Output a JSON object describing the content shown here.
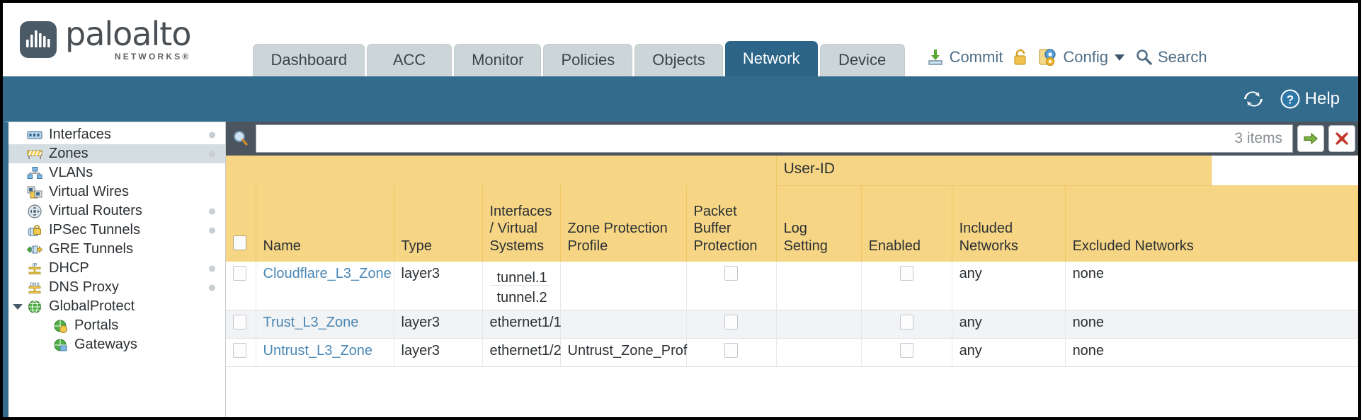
{
  "brand": {
    "name": "paloalto",
    "sub": "NETWORKS®"
  },
  "nav": {
    "tabs": [
      {
        "label": "Dashboard",
        "active": false
      },
      {
        "label": "ACC",
        "active": false
      },
      {
        "label": "Monitor",
        "active": false
      },
      {
        "label": "Policies",
        "active": false
      },
      {
        "label": "Objects",
        "active": false
      },
      {
        "label": "Network",
        "active": true
      },
      {
        "label": "Device",
        "active": false
      }
    ],
    "actions": [
      {
        "label": "Commit",
        "icon": "commit-icon"
      },
      {
        "label": "",
        "icon": "lock-icon"
      },
      {
        "label": "Config",
        "icon": "config-icon",
        "caret": true
      },
      {
        "label": "Search",
        "icon": "search-icon"
      }
    ]
  },
  "toolbar": {
    "refresh_icon": "refresh-icon",
    "help_label": "Help",
    "help_icon": "help-icon"
  },
  "sidebar": {
    "items": [
      {
        "label": "Interfaces",
        "icon": "interfaces-icon",
        "selected": false,
        "dot": true,
        "child": false
      },
      {
        "label": "Zones",
        "icon": "zones-icon",
        "selected": true,
        "dot": true,
        "child": false
      },
      {
        "label": "VLANs",
        "icon": "vlans-icon",
        "selected": false,
        "dot": false,
        "child": false
      },
      {
        "label": "Virtual Wires",
        "icon": "virtual-wires-icon",
        "selected": false,
        "dot": false,
        "child": false
      },
      {
        "label": "Virtual Routers",
        "icon": "virtual-routers-icon",
        "selected": false,
        "dot": true,
        "child": false
      },
      {
        "label": "IPSec Tunnels",
        "icon": "ipsec-tunnels-icon",
        "selected": false,
        "dot": true,
        "child": false
      },
      {
        "label": "GRE Tunnels",
        "icon": "gre-tunnels-icon",
        "selected": false,
        "dot": false,
        "child": false
      },
      {
        "label": "DHCP",
        "icon": "dhcp-icon",
        "selected": false,
        "dot": true,
        "child": false
      },
      {
        "label": "DNS Proxy",
        "icon": "dns-proxy-icon",
        "selected": false,
        "dot": true,
        "child": false
      },
      {
        "label": "GlobalProtect",
        "icon": "globalprotect-icon",
        "selected": false,
        "dot": false,
        "child": false,
        "expanded": true
      },
      {
        "label": "Portals",
        "icon": "portals-icon",
        "selected": false,
        "dot": false,
        "child": true
      },
      {
        "label": "Gateways",
        "icon": "gateways-icon",
        "selected": false,
        "dot": false,
        "child": true
      }
    ]
  },
  "search": {
    "value": "",
    "placeholder": "",
    "items_count": "3 items",
    "apply_icon": "green-arrow-icon",
    "clear_icon": "red-x-icon",
    "magnifier_icon": "search-icon"
  },
  "table": {
    "group_header": "User-ID",
    "columns": [
      "Name",
      "Type",
      "Interfaces / Virtual Systems",
      "Zone Protection Profile",
      "Packet Buffer Protection",
      "Log Setting",
      "Enabled",
      "Included Networks",
      "Excluded Networks"
    ],
    "rows": [
      {
        "name": "Cloudflare_L3_Zone",
        "type": "layer3",
        "interfaces": [
          "tunnel.1",
          "tunnel.2"
        ],
        "zone_protection_profile": "",
        "packet_buffer_protection": false,
        "log_setting": "",
        "userid_enabled": false,
        "included_networks": "any",
        "excluded_networks": "none"
      },
      {
        "name": "Trust_L3_Zone",
        "type": "layer3",
        "interfaces": [
          "ethernet1/1"
        ],
        "zone_protection_profile": "",
        "packet_buffer_protection": false,
        "log_setting": "",
        "userid_enabled": false,
        "included_networks": "any",
        "excluded_networks": "none"
      },
      {
        "name": "Untrust_L3_Zone",
        "type": "layer3",
        "interfaces": [
          "ethernet1/2"
        ],
        "zone_protection_profile": "Untrust_Zone_Prof",
        "packet_buffer_protection": false,
        "log_setting": "",
        "userid_enabled": false,
        "included_networks": "any",
        "excluded_networks": "none"
      }
    ]
  },
  "colors": {
    "accent_blue": "#336b8c",
    "tab_active": "#2d6589",
    "header_yellow": "#f6d584",
    "group_amber": "#e2b54f",
    "link_blue": "#4a87b5"
  }
}
